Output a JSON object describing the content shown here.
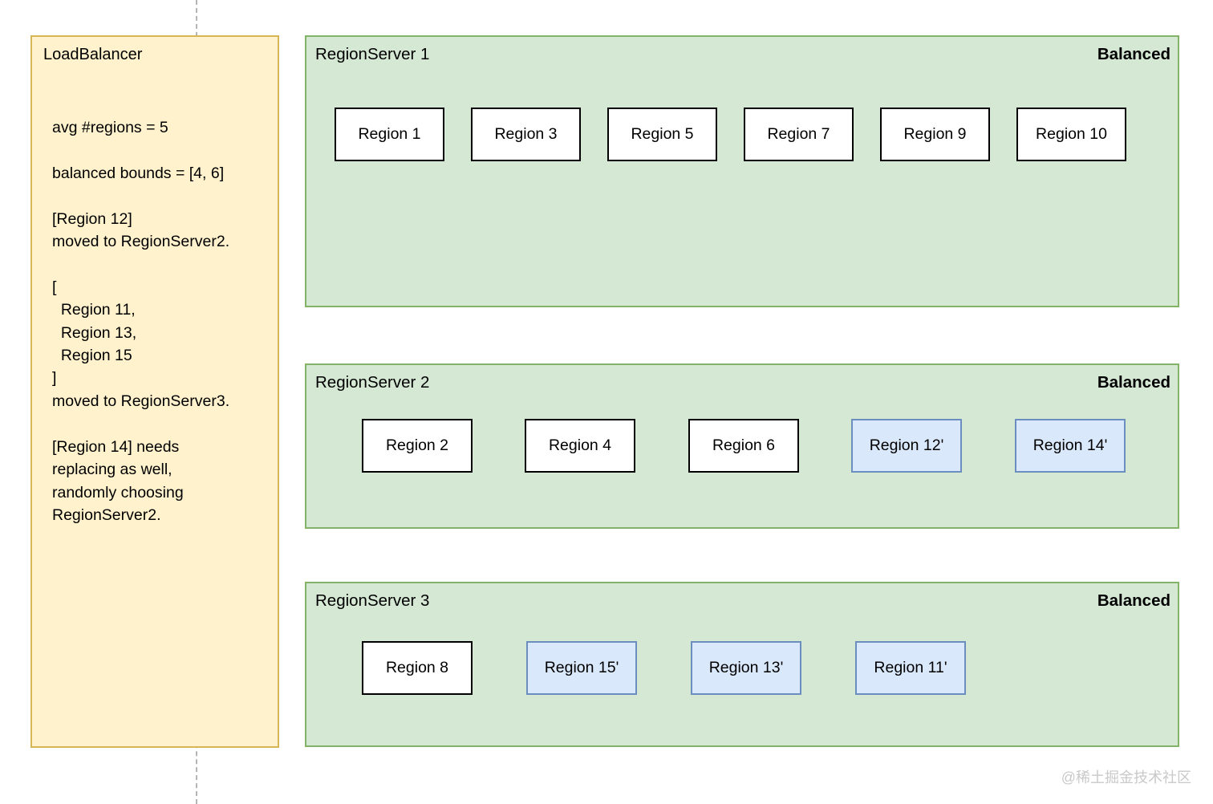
{
  "load_balancer": {
    "title": "LoadBalancer",
    "log": "avg #regions = 5\n\nbalanced bounds = [4, 6]\n\n[Region 12]\nmoved to RegionServer2.\n\n[\n  Region 11,\n  Region 13,\n  Region 15\n]\nmoved to RegionServer3.\n\n[Region 14] needs\nreplacing as well,\nrandomly choosing\nRegionServer2."
  },
  "servers": [
    {
      "name": "RegionServer 1",
      "status": "Balanced",
      "regions": [
        {
          "label": "Region 1",
          "type": "original"
        },
        {
          "label": "Region 3",
          "type": "original"
        },
        {
          "label": "Region 5",
          "type": "original"
        },
        {
          "label": "Region 7",
          "type": "original"
        },
        {
          "label": "Region 9",
          "type": "original"
        },
        {
          "label": "Region 10",
          "type": "original"
        }
      ]
    },
    {
      "name": "RegionServer 2",
      "status": "Balanced",
      "regions": [
        {
          "label": "Region 2",
          "type": "original"
        },
        {
          "label": "Region 4",
          "type": "original"
        },
        {
          "label": "Region 6",
          "type": "original"
        },
        {
          "label": "Region 12'",
          "type": "moved"
        },
        {
          "label": "Region 14'",
          "type": "moved"
        }
      ]
    },
    {
      "name": "RegionServer 3",
      "status": "Balanced",
      "regions": [
        {
          "label": "Region 8",
          "type": "original"
        },
        {
          "label": "Region 15'",
          "type": "moved"
        },
        {
          "label": "Region 13'",
          "type": "moved"
        },
        {
          "label": "Region 11'",
          "type": "moved"
        }
      ]
    }
  ],
  "watermark": "@稀土掘金技术社区",
  "colors": {
    "yellow_fill": "#fff2cc",
    "yellow_border": "#d6b656",
    "green_fill": "#d5e8d4",
    "green_border": "#82b366",
    "region_original_fill": "#ffffff",
    "region_original_border": "#000000",
    "region_moved_fill": "#dae8fc",
    "region_moved_border": "#6c8ebf",
    "watermark_color": "#c9c9c9"
  }
}
